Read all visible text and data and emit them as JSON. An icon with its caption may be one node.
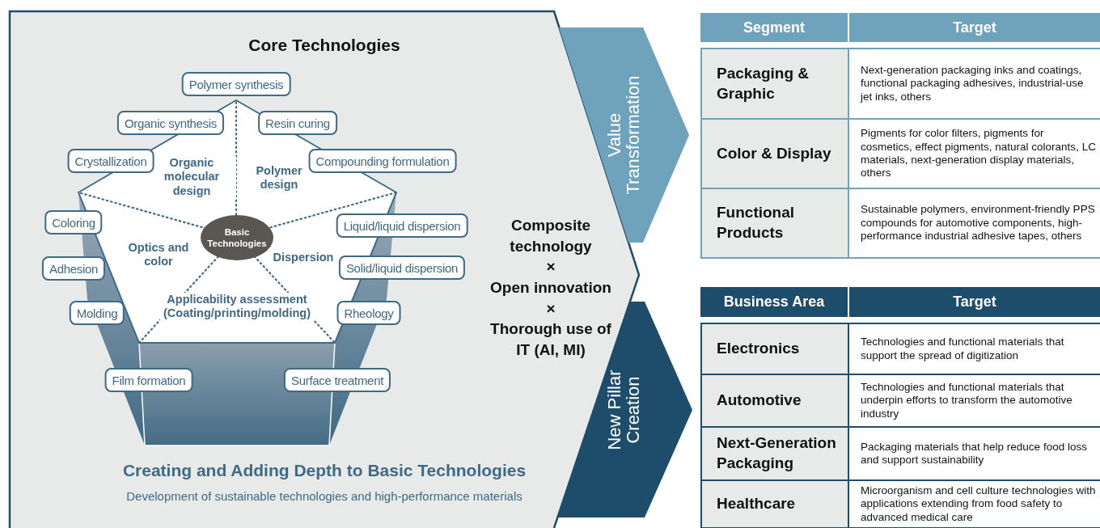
{
  "diagram": {
    "nodes": [
      {
        "text": [
          "Core Technologies",
          "Creating and Adding Depth to Basic Technologies",
          "Development of sustainable technologies and high-performance materials"
        ]
      },
      {
        "text": [
          "Polymer synthesis"
        ],
        "in": 0
      },
      {
        "text": [
          "Organic synthesis"
        ],
        "in": 0
      },
      {
        "text": [
          "Resin curing"
        ],
        "in": 0
      },
      {
        "text": [
          "Crystallization"
        ],
        "in": 0
      },
      {
        "text": [
          "Compounding formulation"
        ],
        "in": 0
      },
      {
        "text": [
          "Basic Technologies"
        ],
        "in": 0
      },
      {
        "text": [
          "Coloring"
        ],
        "in": 0
      },
      {
        "text": [
          "Liquid/liquid dispersion"
        ],
        "in": 0
      },
      {
        "text": [
          "Adhesion"
        ],
        "in": 0
      },
      {
        "text": [
          "Solid/liquid dispersion"
        ],
        "in": 0
      },
      {
        "text": [
          "Molding"
        ],
        "in": 0
      },
      {
        "text": [
          "Rheology"
        ],
        "in": 0
      },
      {
        "text": [
          "Film formation"
        ],
        "in": 0
      },
      {
        "text": [
          "Surface treatment"
        ],
        "in": 0
      },
      {
        "text": [
          "Value Transformation"
        ]
      },
      {
        "text": [
          "New Pillar Creation"
        ]
      }
    ],
    "labels": [
      "Organic molecular design",
      "Polymer design",
      "Optics and color",
      "Dispersion",
      "Applicability assessment (Coating/printing/molding)",
      "Composite technology",
      "×",
      "Open innovation",
      "×",
      "Thorough use of IT (AI, MI)",
      "Segment",
      "Target",
      "Packaging & Graphic",
      "Next-generation packaging inks and coatings, functional packaging adhesives, industrial-use jet inks, others",
      "Color & Display",
      "Pigments for color filters, pigments for cosmetics, effect pigments, natural colorants, LC materials, next-generation display materials, others",
      "Functional Products",
      "Sustainable polymers, environment-friendly PPS compounds for automotive components, high-performance industrial adhesive tapes, others",
      "Business Area",
      "Target",
      "Electronics",
      "Technologies and functional materials that support the spread of digitization",
      "Automotive",
      "Technologies and functional materials that underpin efforts to transform the automotive industry",
      "Next-Generation Packaging",
      "Packaging materials that help reduce food loss and support sustainability",
      "Healthcare",
      "Microorganism and cell culture technologies with applications extending from food safety to advanced medical care"
    ]
  }
}
